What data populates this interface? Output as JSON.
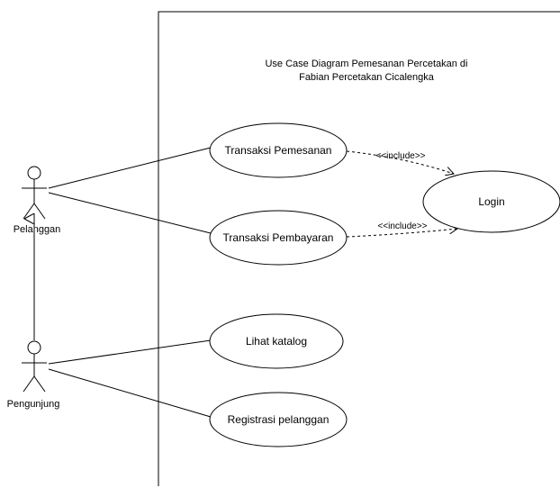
{
  "title": {
    "line1": "Use Case Diagram Pemesanan Percetakan di",
    "line2": "Fabian Percetakan Cicalengka"
  },
  "actors": {
    "pelanggan": "Pelanggan",
    "pengunjung": "Pengunjung"
  },
  "use_cases": {
    "transaksi_pemesanan": "Transaksi Pemesanan",
    "transaksi_pembayaran": "Transaksi Pembayaran",
    "login": "Login",
    "lihat_katalog": "Lihat katalog",
    "registrasi_pelanggan": "Registrasi pelanggan"
  },
  "relations": {
    "include_1": "<<include>>",
    "include_2": "<<include>>"
  }
}
